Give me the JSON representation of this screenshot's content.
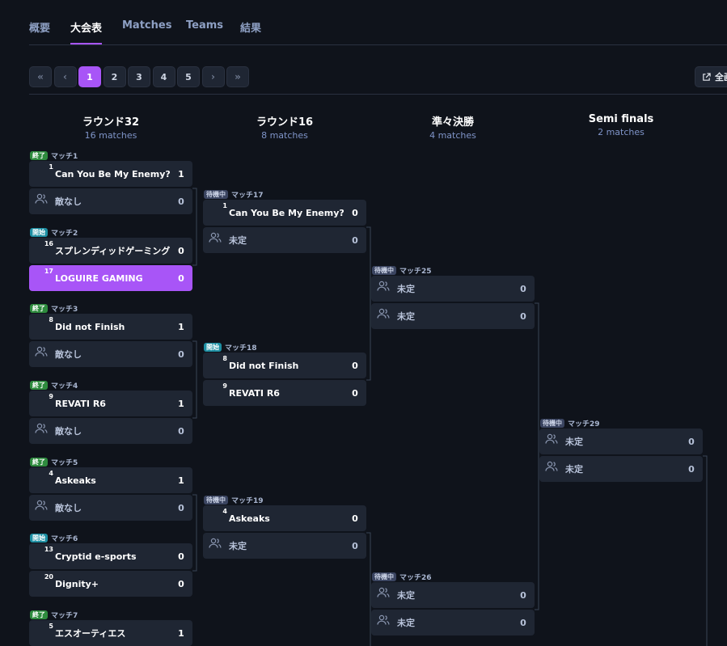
{
  "tabs": [
    {
      "label": "概要",
      "active": false
    },
    {
      "label": "大会表",
      "active": true
    },
    {
      "label": "Matches",
      "active": false
    },
    {
      "label": "Teams",
      "active": false
    },
    {
      "label": "結果",
      "active": false
    }
  ],
  "pagination": {
    "first": "«",
    "prev": "‹",
    "pages": [
      "1",
      "2",
      "3",
      "4",
      "5"
    ],
    "current": "1",
    "next": "›",
    "last": "»"
  },
  "export_button": {
    "label": "全画"
  },
  "columns": [
    {
      "title": "ラウンド32",
      "subtitle": "16 matches"
    },
    {
      "title": "ラウンド16",
      "subtitle": "8 matches"
    },
    {
      "title": "準々決勝",
      "subtitle": "4 matches"
    },
    {
      "title": "Semi finals",
      "subtitle": "2 matches"
    }
  ],
  "matches": [
    {
      "col": 0,
      "status": "終了",
      "status_type": "end",
      "name": "マッチ1",
      "teams": [
        {
          "name": "Can You Be My Enemy?",
          "score": "1",
          "seed": "1",
          "avatar_color": "#3b2a33"
        },
        {
          "name": "敵なし",
          "score": "0",
          "tbd": true
        }
      ]
    },
    {
      "col": 0,
      "status": "開始",
      "status_type": "start",
      "name": "マッチ2",
      "teams": [
        {
          "name": "スプレンディッドゲーミング",
          "score": "0",
          "seed": "16",
          "avatar_color": "#3c4a66"
        },
        {
          "name": "LOGUIRE GAMING",
          "score": "0",
          "seed": "17",
          "avatar_color": "#7fd6c9",
          "highlight": true
        }
      ]
    },
    {
      "col": 0,
      "status": "終了",
      "status_type": "end",
      "name": "マッチ3",
      "teams": [
        {
          "name": "Did not Finish",
          "score": "1",
          "seed": "8",
          "avatar_color": "#f2f2f2"
        },
        {
          "name": "敵なし",
          "score": "0",
          "tbd": true
        }
      ]
    },
    {
      "col": 0,
      "status": "終了",
      "status_type": "end",
      "name": "マッチ4",
      "teams": [
        {
          "name": "REVATI R6",
          "score": "1",
          "seed": "9",
          "avatar_color": "#2b4f8a"
        },
        {
          "name": "敵なし",
          "score": "0",
          "tbd": true
        }
      ]
    },
    {
      "col": 0,
      "status": "終了",
      "status_type": "end",
      "name": "マッチ5",
      "teams": [
        {
          "name": "Askeaks",
          "score": "1",
          "seed": "4",
          "avatar_color": "#a8322d"
        },
        {
          "name": "敵なし",
          "score": "0",
          "tbd": true
        }
      ]
    },
    {
      "col": 0,
      "status": "開始",
      "status_type": "start",
      "name": "マッチ6",
      "teams": [
        {
          "name": "Cryptid e-sports",
          "score": "0",
          "seed": "13",
          "avatar_color": "#c0283a"
        },
        {
          "name": "Dignity+",
          "score": "0",
          "seed": "20",
          "avatar_color": "#3c4a66"
        }
      ]
    },
    {
      "col": 0,
      "status": "終了",
      "status_type": "end",
      "name": "マッチ7",
      "teams": [
        {
          "name": "エスオーティエス",
          "score": "1",
          "seed": "5",
          "avatar_color": "#b8342f"
        },
        {
          "name": "",
          "score": "",
          "tbd": true
        }
      ]
    },
    {
      "col": 1,
      "status": "待機中",
      "status_type": "wait",
      "name": "マッチ17",
      "teams": [
        {
          "name": "Can You Be My Enemy?",
          "score": "0",
          "seed": "1",
          "avatar_color": "#3b2a33"
        },
        {
          "name": "未定",
          "score": "0",
          "tbd": true
        }
      ]
    },
    {
      "col": 1,
      "status": "開始",
      "status_type": "start",
      "name": "マッチ18",
      "teams": [
        {
          "name": "Did not Finish",
          "score": "0",
          "seed": "8",
          "avatar_color": "#f2f2f2"
        },
        {
          "name": "REVATI R6",
          "score": "0",
          "seed": "9",
          "avatar_color": "#2b4f8a"
        }
      ]
    },
    {
      "col": 1,
      "status": "待機中",
      "status_type": "wait",
      "name": "マッチ19",
      "teams": [
        {
          "name": "Askeaks",
          "score": "0",
          "seed": "4",
          "avatar_color": "#a8322d"
        },
        {
          "name": "未定",
          "score": "0",
          "tbd": true
        }
      ]
    },
    {
      "col": 2,
      "status": "待機中",
      "status_type": "wait",
      "name": "マッチ25",
      "teams": [
        {
          "name": "未定",
          "score": "0",
          "tbd": true
        },
        {
          "name": "未定",
          "score": "0",
          "tbd": true
        }
      ]
    },
    {
      "col": 2,
      "status": "待機中",
      "status_type": "wait",
      "name": "マッチ26",
      "teams": [
        {
          "name": "未定",
          "score": "0",
          "tbd": true
        },
        {
          "name": "未定",
          "score": "0",
          "tbd": true
        }
      ]
    },
    {
      "col": 3,
      "status": "待機中",
      "status_type": "wait",
      "name": "マッチ29",
      "teams": [
        {
          "name": "未定",
          "score": "0",
          "tbd": true
        },
        {
          "name": "未定",
          "score": "0",
          "tbd": true
        }
      ]
    }
  ],
  "colors": {
    "accent": "#a855f7",
    "card": "#1f2633",
    "background": "#0f131b",
    "connector": "#3a4456"
  }
}
